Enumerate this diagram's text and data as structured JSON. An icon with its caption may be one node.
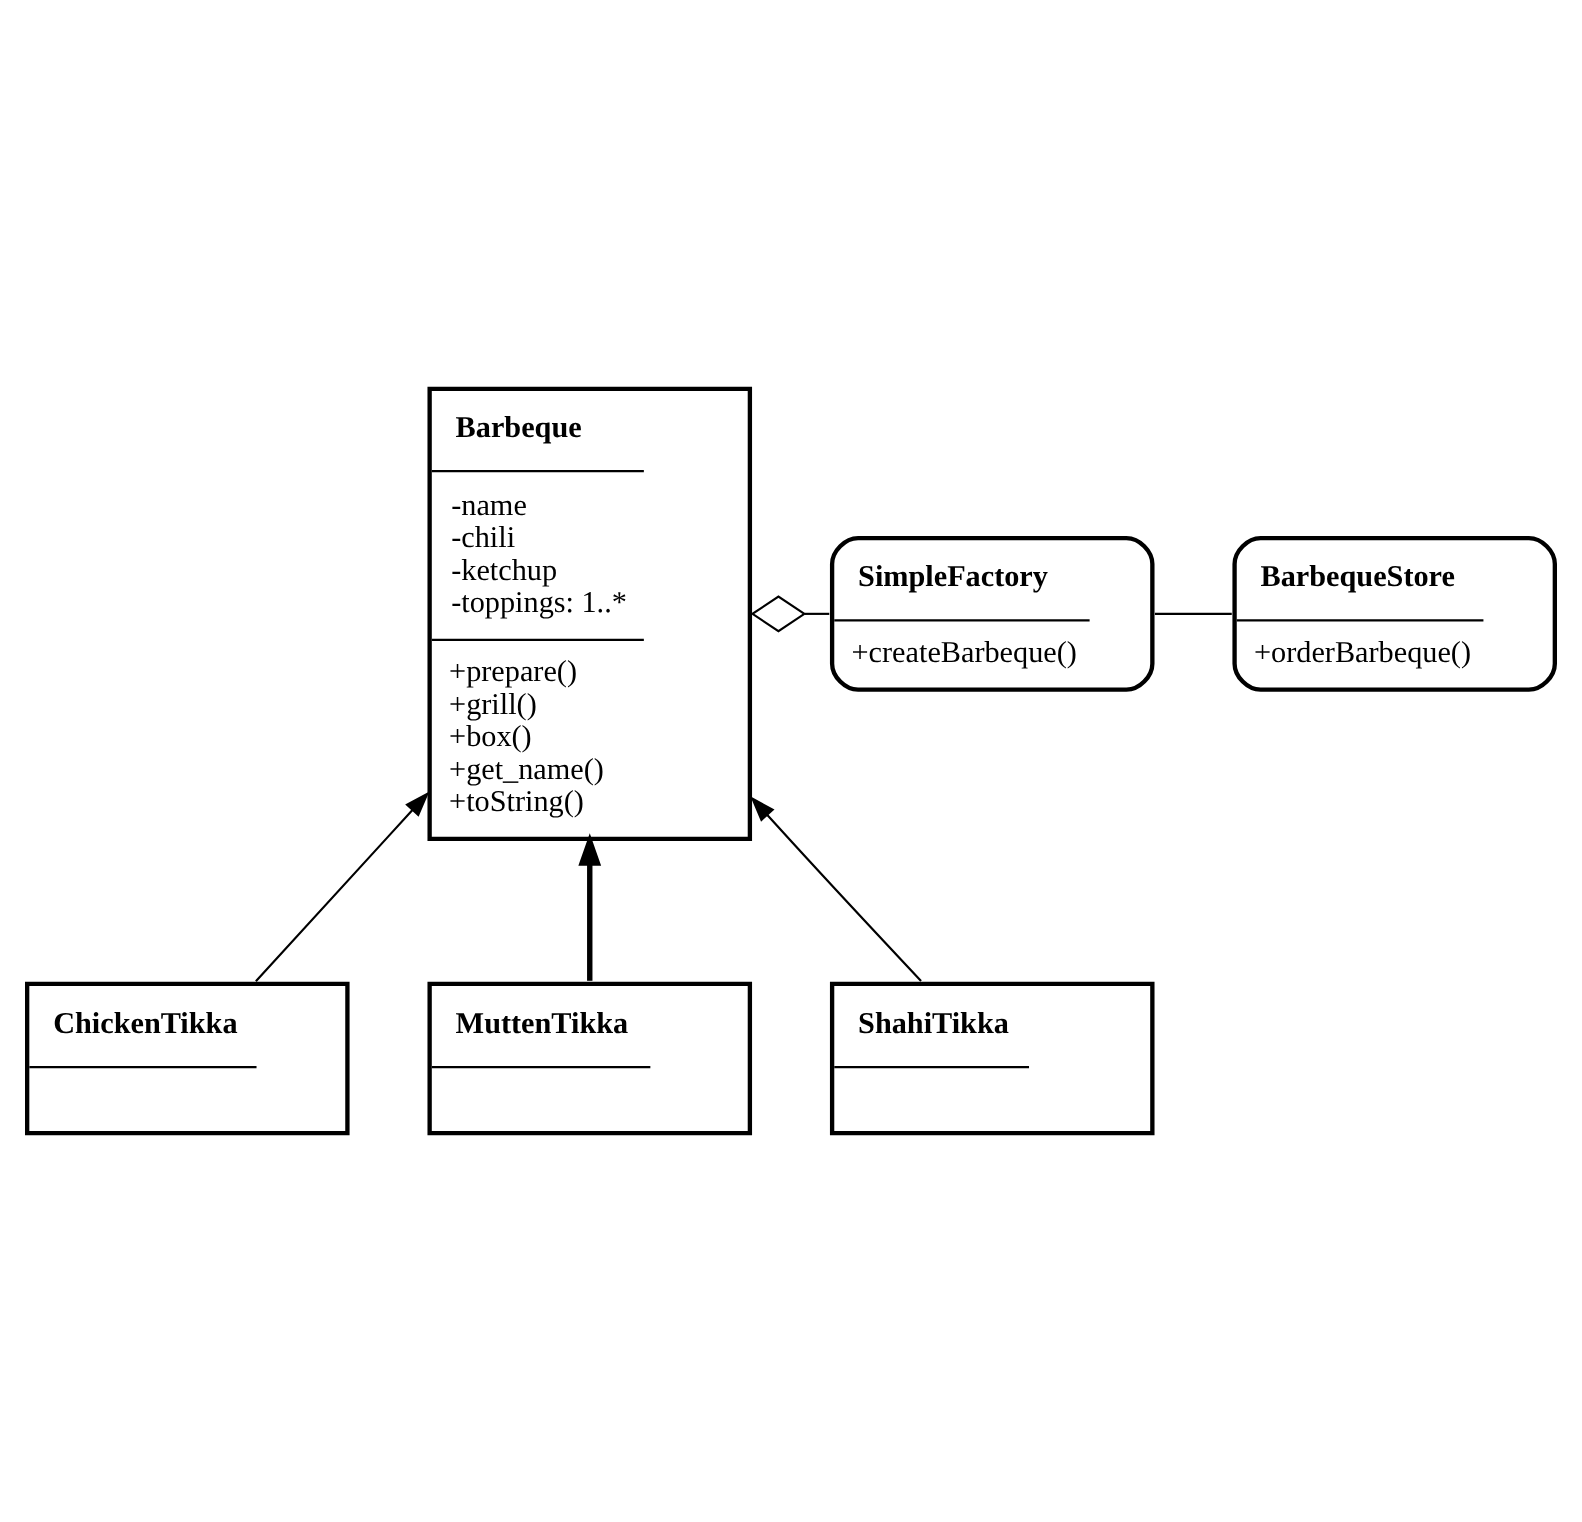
{
  "diagram": {
    "nodes": [
      {
        "text": [
          "BarbequeStore",
          "+orderBarbeque()"
        ]
      },
      {
        "text": [
          "SimpleFactory",
          "+createBarbeque()"
        ]
      },
      {
        "text": [
          "Barbeque",
          "-name",
          "-chili",
          "-ketchup",
          "-toppings: 1..*",
          "+prepare()",
          "+grill()",
          "+box()",
          "+get_name()",
          "+toString()"
        ]
      },
      {
        "text": [
          "ChickenTikka"
        ]
      },
      {
        "text": [
          "MuttenTikka"
        ]
      },
      {
        "text": [
          "ShahiTikka"
        ]
      }
    ],
    "edges": [
      {
        "from": 0,
        "to": 1,
        "arrow": "none"
      },
      {
        "from": 1,
        "to": 2,
        "arrow": "other"
      },
      {
        "from": 3,
        "to": 2,
        "arrow": "to"
      },
      {
        "from": 4,
        "to": 2,
        "arrow": "to",
        "style": "thick"
      },
      {
        "from": 5,
        "to": 2,
        "arrow": "to"
      }
    ]
  }
}
